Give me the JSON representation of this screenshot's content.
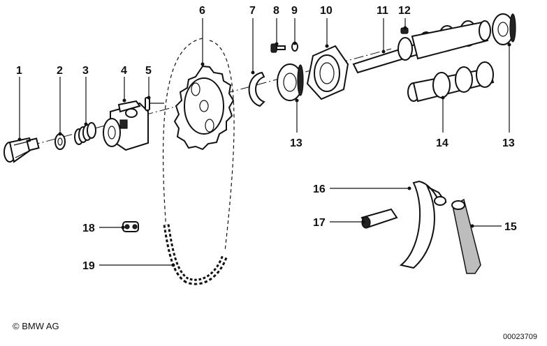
{
  "callouts": [
    {
      "id": "c1",
      "label": "1"
    },
    {
      "id": "c2",
      "label": "2"
    },
    {
      "id": "c3",
      "label": "3"
    },
    {
      "id": "c4",
      "label": "4"
    },
    {
      "id": "c5",
      "label": "5"
    },
    {
      "id": "c6",
      "label": "6"
    },
    {
      "id": "c7",
      "label": "7"
    },
    {
      "id": "c8",
      "label": "8"
    },
    {
      "id": "c9",
      "label": "9"
    },
    {
      "id": "c10",
      "label": "10"
    },
    {
      "id": "c11",
      "label": "11"
    },
    {
      "id": "c12",
      "label": "12"
    },
    {
      "id": "c13a",
      "label": "13"
    },
    {
      "id": "c13b",
      "label": "13"
    },
    {
      "id": "c14",
      "label": "14"
    },
    {
      "id": "c15",
      "label": "15"
    },
    {
      "id": "c16",
      "label": "16"
    },
    {
      "id": "c17",
      "label": "17"
    },
    {
      "id": "c18",
      "label": "18"
    },
    {
      "id": "c19",
      "label": "19"
    }
  ],
  "footer": {
    "copyright": "© BMW AG",
    "reference": "00023709"
  }
}
